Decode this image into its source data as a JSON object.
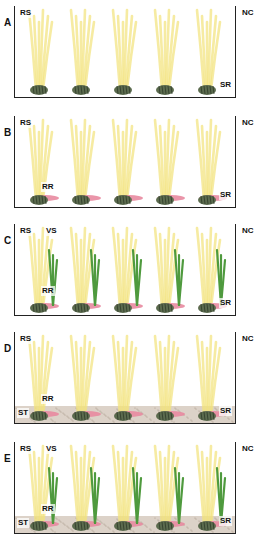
{
  "diagram": {
    "nodes": [
      {
        "text": [
          "A",
          "RS",
          "NC",
          "SR"
        ]
      },
      {
        "text": [
          "B",
          "RS",
          "NC",
          "RR",
          "SR"
        ]
      },
      {
        "text": [
          "C",
          "RS",
          "VS",
          "NC",
          "RR",
          "SR"
        ]
      },
      {
        "text": [
          "D",
          "RS",
          "NC",
          "ST",
          "RR",
          "SR"
        ]
      },
      {
        "text": [
          "E",
          "RS",
          "VS",
          "NC",
          "ST",
          "RR",
          "SR"
        ]
      }
    ]
  }
}
